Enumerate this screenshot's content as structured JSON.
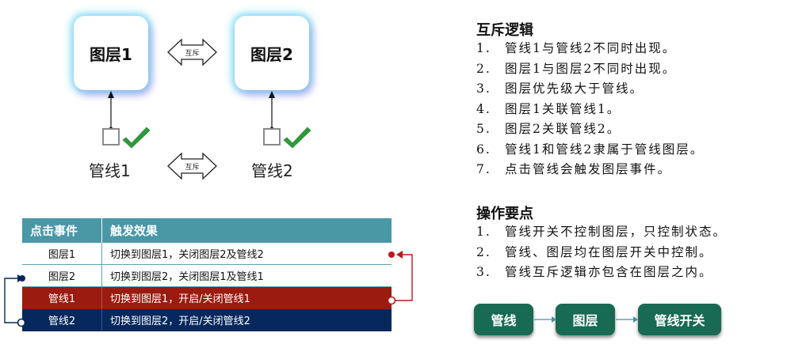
{
  "diagram": {
    "layer1_label": "图层1",
    "layer2_label": "图层2",
    "mutex_label": "互斥",
    "pipe1_label": "管线1",
    "pipe2_label": "管线2"
  },
  "mutex_logic": {
    "title": "互斥逻辑",
    "items": [
      {
        "num": "1.",
        "text": "管线1与管线2不同时出现。"
      },
      {
        "num": "2.",
        "text": "图层1与图层2不同时出现。"
      },
      {
        "num": "3.",
        "text": "图层优先级大于管线。"
      },
      {
        "num": "4.",
        "text": "图层1关联管线1。"
      },
      {
        "num": "5.",
        "text": "图层2关联管线2。"
      },
      {
        "num": "6.",
        "text": "管线1和管线2隶属于管线图层。"
      },
      {
        "num": "7.",
        "text": "点击管线会触发图层事件。"
      }
    ]
  },
  "key_points": {
    "title": "操作要点",
    "items": [
      {
        "num": "1.",
        "text": "管线开关不控制图层，只控制状态。"
      },
      {
        "num": "2.",
        "text": "管线、图层均在图层开关中控制。"
      },
      {
        "num": "3.",
        "text": "管线互斥逻辑亦包含在图层之内。"
      }
    ]
  },
  "event_table": {
    "headers": [
      "点击事件",
      "触发效果"
    ],
    "rows": [
      {
        "event": "图层1",
        "effect": "切换到图层1，关闭图层2及管线2"
      },
      {
        "event": "图层2",
        "effect": "切换到图层2，关闭图层1及管线1"
      },
      {
        "event": "管线1",
        "effect": "切换到图层1，开启/关闭管线1"
      },
      {
        "event": "管线2",
        "effect": "切换到图层2，开启/关闭管线2"
      }
    ]
  },
  "flow": [
    "管线",
    "图层",
    "管线开关"
  ],
  "colors": {
    "table_header": "#4a97a5",
    "row_red": "#9b1b10",
    "row_navy": "#07285d",
    "flow_box": "#186a52",
    "check": "#2e9b3a",
    "glow": "#46cdf0"
  },
  "icons": [
    "checkbox-icon",
    "checkmark-icon",
    "double-arrow-icon"
  ]
}
